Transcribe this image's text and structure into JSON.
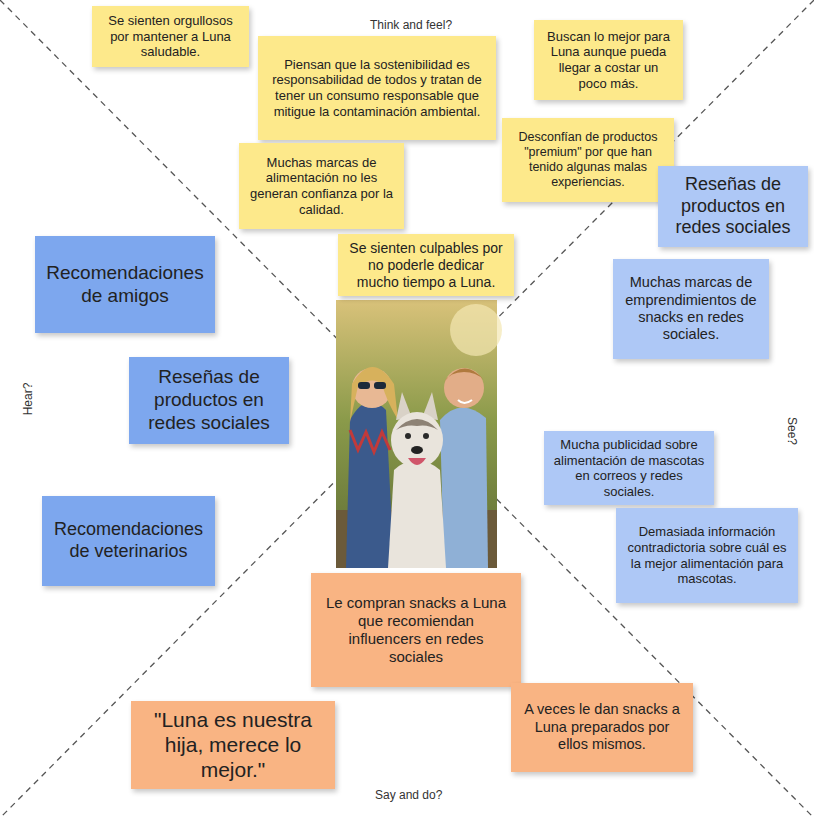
{
  "diagram": {
    "nodes": [
      {
        "text": [
          "Se sienten orgullosos por mantener a Luna saludable."
        ]
      },
      {
        "text": [
          "Piensan que la sostenibilidad es responsabilidad de todos y tratan de tener un consumo responsable que mitigue la contaminación ambiental."
        ]
      },
      {
        "text": [
          "Buscan lo mejor para Luna aunque pueda llegar a costar un poco más."
        ]
      },
      {
        "text": [
          "Desconfían de productos \"premium\" por que han tenido algunas malas experiencias."
        ]
      },
      {
        "text": [
          "Muchas marcas de alimentación no les generan confianza por la calidad."
        ]
      },
      {
        "text": [
          "Se sienten culpables por no poderle dedicar mucho tiempo a Luna."
        ]
      },
      {
        "text": [
          "Recomendaciones de amigos"
        ]
      },
      {
        "text": [
          "Reseñas de productos en redes sociales"
        ]
      },
      {
        "text": [
          "Recomendaciones de veterinarios"
        ]
      },
      {
        "text": [
          "Reseñas de productos en redes sociales"
        ]
      },
      {
        "text": [
          "Muchas marcas de emprendimientos de snacks en redes sociales."
        ]
      },
      {
        "text": [
          "Mucha publicidad sobre alimentación de mascotas en correos y redes sociales."
        ]
      },
      {
        "text": [
          "Demasiada información contradictoria sobre cuál es la mejor alimentación para mascotas."
        ]
      },
      {
        "text": [
          "Le compran snacks a Luna que recomiendan influencers en redes sociales"
        ]
      },
      {
        "text": [
          "\"Luna es nuestra hija, merece lo mejor.\""
        ]
      },
      {
        "text": [
          "A veces le dan snacks a Luna preparados por ellos mismos."
        ]
      }
    ],
    "labels": [
      "Think and feel?",
      "Hear?",
      "See?",
      "Say and do?"
    ]
  }
}
